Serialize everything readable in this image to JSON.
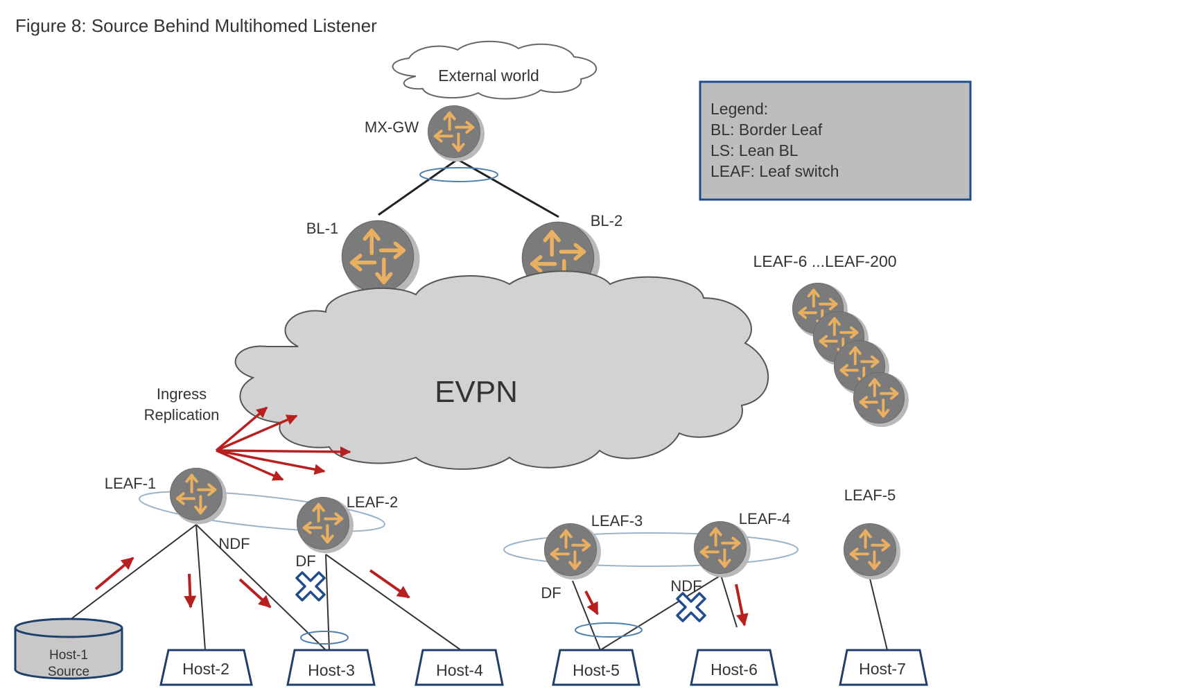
{
  "figure": {
    "title": "Figure 8: Source Behind Multihomed Listener"
  },
  "legend": {
    "heading": "Legend:",
    "items": [
      "BL: Border Leaf",
      "LS: Lean BL",
      "LEAF: Leaf switch"
    ]
  },
  "clouds": {
    "external": "External world",
    "evpn": "EVPN"
  },
  "annotations": {
    "ingress_line1": "Ingress",
    "ingress_line2": "Replication"
  },
  "devices": {
    "mx_gw": "MX-GW",
    "bl1": "BL-1",
    "bl2": "BL-2",
    "leaf1": "LEAF-1",
    "leaf2": "LEAF-2",
    "leaf3": "LEAF-3",
    "leaf4": "LEAF-4",
    "leaf5": "LEAF-5",
    "leaf_range": "LEAF-6 ...LEAF-200"
  },
  "roles": {
    "leaf1": "NDF",
    "leaf2": "DF",
    "leaf3": "DF",
    "leaf4": "NDF"
  },
  "hosts": {
    "host1_line1": "Host-1",
    "host1_line2": "Source",
    "host2": "Host-2",
    "host3": "Host-3",
    "host4": "Host-4",
    "host5": "Host-5",
    "host6": "Host-6",
    "host7": "Host-7"
  },
  "colors": {
    "router_body": "#7b7b7b",
    "router_arrows": "#e8b060",
    "arrow_red": "#b82020",
    "blocked_x": "#1f4d8c",
    "host_border": "#1f3f6b",
    "legend_fill": "#bdbdbd",
    "legend_border": "#1f4d8c",
    "evpn_cloud": "#d2d2d2"
  }
}
